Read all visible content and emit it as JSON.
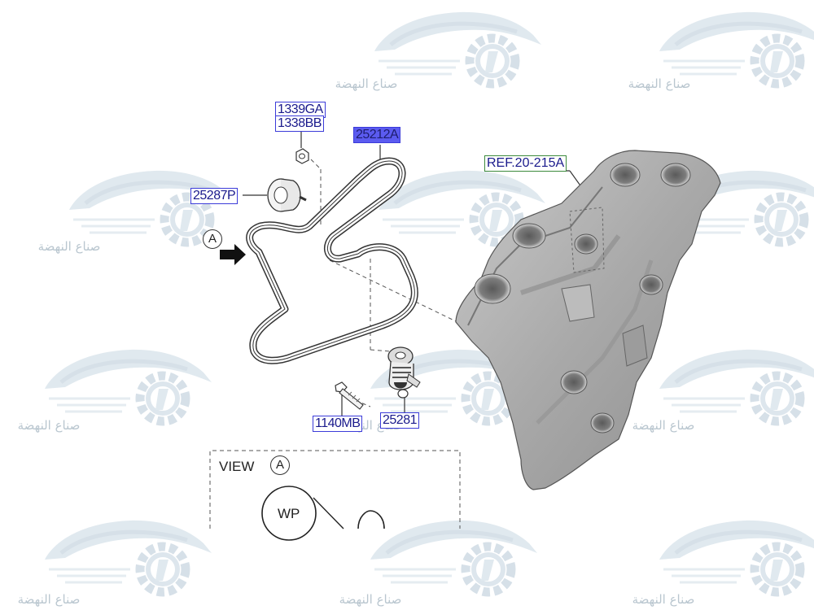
{
  "watermark": {
    "text": "صناع النهضة",
    "color": "#b9c6cf"
  },
  "labels": {
    "bolt_a": "1339GA",
    "bolt_b": "1338BB",
    "belt": "25212A",
    "idler": "25287P",
    "ref": "REF.20-215A",
    "bolt_tensioner": "1140MB",
    "tensioner": "25281"
  },
  "view_marker": "A",
  "view_section": {
    "title": "VIEW",
    "marker": "A",
    "pulley_label": "WP"
  },
  "colors": {
    "label_border": "#3b3bd9",
    "label_fill_highlight": "#5b5bf0",
    "ref_border": "#3c8a3c",
    "line": "#222222"
  },
  "icons": {
    "arrow": "view-direction-arrow-icon",
    "logo": "car-gear-logo"
  }
}
